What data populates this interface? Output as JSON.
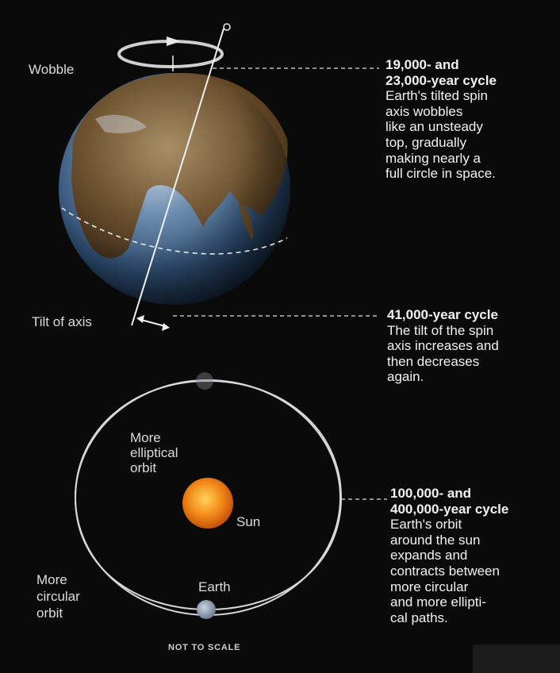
{
  "labels": {
    "wobble": "Wobble",
    "tilt": "Tilt of axis",
    "more_elliptical": "More\nelliptical\norbit",
    "sun": "Sun",
    "earth": "Earth",
    "more_circular": "More\ncircular\norbit",
    "not_to_scale": "NOT TO SCALE"
  },
  "annotations": {
    "wobble": {
      "heading": "19,000- and\n23,000-year cycle",
      "body": "Earth's tilted spin\naxis wobbles\nlike an unsteady\ntop, gradually\nmaking nearly a\nfull circle in space."
    },
    "tilt": {
      "heading": "41,000-year cycle",
      "body": "The tilt of the spin\naxis increases and\nthen decreases\nagain."
    },
    "orbit": {
      "heading": "100,000- and\n400,000-year cycle",
      "body": "Earth's orbit\naround the sun\nexpands and\ncontracts between\nmore circular\nand more ellipti-\ncal paths."
    }
  },
  "colors": {
    "background": "#0a0a0a",
    "sun": "#f08a1a",
    "earth_ocean": "#3b5f86",
    "earth_land": "#7a5a2e",
    "orbit_line": "#d8d8d8",
    "leader_line": "#bdbdbd"
  }
}
